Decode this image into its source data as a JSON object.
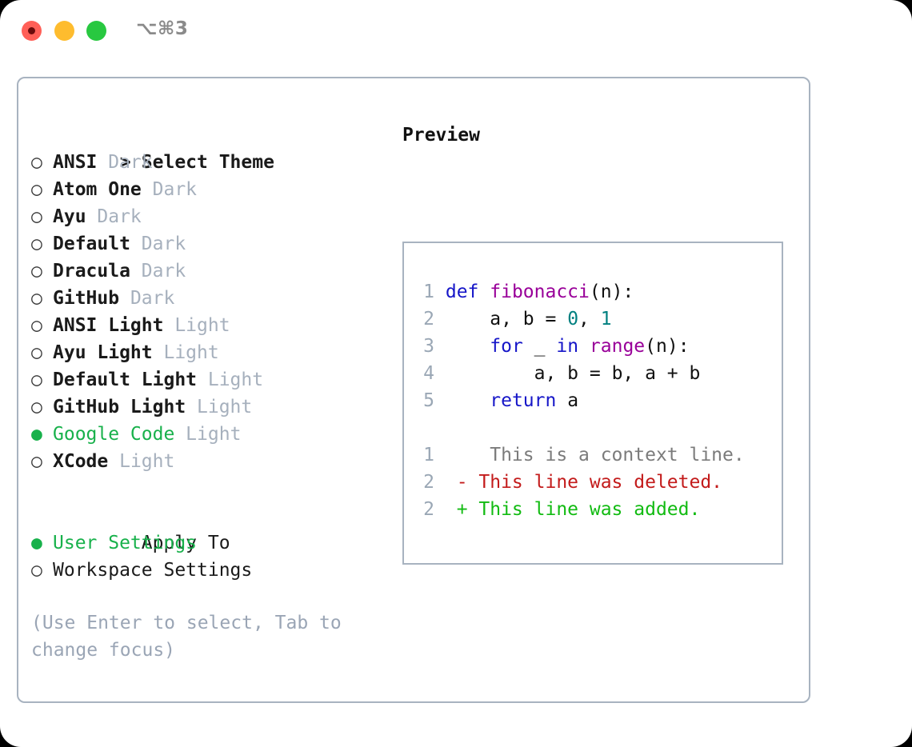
{
  "window": {
    "shortcut_label": "⌥⌘3",
    "traffic_lights": [
      "close-red",
      "minimize-yellow",
      "maximize-green"
    ]
  },
  "theme_picker": {
    "prompt_marker": ">",
    "title": "Select Theme",
    "marker_selected": "●",
    "marker_unselected": "○",
    "items": [
      {
        "marker": "○",
        "name": "ANSI",
        "tag": "Dark",
        "selected": false
      },
      {
        "marker": "○",
        "name": "Atom One",
        "tag": "Dark",
        "selected": false
      },
      {
        "marker": "○",
        "name": "Ayu",
        "tag": "Dark",
        "selected": false
      },
      {
        "marker": "○",
        "name": "Default",
        "tag": "Dark",
        "selected": false
      },
      {
        "marker": "○",
        "name": "Dracula",
        "tag": "Dark",
        "selected": false
      },
      {
        "marker": "○",
        "name": "GitHub",
        "tag": "Dark",
        "selected": false
      },
      {
        "marker": "○",
        "name": "ANSI Light",
        "tag": "Light",
        "selected": false
      },
      {
        "marker": "○",
        "name": "Ayu Light",
        "tag": "Light",
        "selected": false
      },
      {
        "marker": "○",
        "name": "Default Light",
        "tag": "Light",
        "selected": false
      },
      {
        "marker": "○",
        "name": "GitHub Light",
        "tag": "Light",
        "selected": false
      },
      {
        "marker": "●",
        "name": "Google Code",
        "tag": "Light",
        "selected": true
      },
      {
        "marker": "○",
        "name": "XCode",
        "tag": "Light",
        "selected": false
      }
    ]
  },
  "apply_to": {
    "title": "Apply To",
    "items": [
      {
        "marker": "●",
        "name": "User Settings",
        "selected": true
      },
      {
        "marker": "○",
        "name": "Workspace Settings",
        "selected": false
      }
    ]
  },
  "hint": "(Use Enter to select, Tab to change focus)",
  "preview": {
    "title": "Preview",
    "code_lines": [
      {
        "num": "1",
        "tokens": [
          {
            "t": "def ",
            "c": "kw"
          },
          {
            "t": "fibonacci",
            "c": "fn"
          },
          {
            "t": "(n):",
            "c": "code"
          }
        ]
      },
      {
        "num": "2",
        "tokens": [
          {
            "t": "    a, b = ",
            "c": "code"
          },
          {
            "t": "0",
            "c": "num"
          },
          {
            "t": ", ",
            "c": "code"
          },
          {
            "t": "1",
            "c": "num"
          }
        ]
      },
      {
        "num": "3",
        "tokens": [
          {
            "t": "    ",
            "c": "code"
          },
          {
            "t": "for",
            "c": "kw"
          },
          {
            "t": " _ ",
            "c": "code"
          },
          {
            "t": "in",
            "c": "kw"
          },
          {
            "t": " ",
            "c": "code"
          },
          {
            "t": "range",
            "c": "fn"
          },
          {
            "t": "(n):",
            "c": "code"
          }
        ]
      },
      {
        "num": "4",
        "tokens": [
          {
            "t": "        a, b = b, a + b",
            "c": "code"
          }
        ]
      },
      {
        "num": "5",
        "tokens": [
          {
            "t": "    ",
            "c": "kw"
          },
          {
            "t": "return",
            "c": "kw"
          },
          {
            "t": " a",
            "c": "code"
          }
        ]
      }
    ],
    "diff_lines": [
      {
        "num": "1",
        "sign": " ",
        "text": "  This is a context line.",
        "kind": "ctx"
      },
      {
        "num": "2",
        "sign": "-",
        "text": " This line was deleted.",
        "kind": "del"
      },
      {
        "num": "2",
        "sign": "+",
        "text": " This line was added.",
        "kind": "add"
      }
    ]
  },
  "colors": {
    "accent_green": "#18b14b",
    "muted": "#a6b0bd",
    "border": "#a8b3c0",
    "keyword": "#1616c8",
    "function": "#990099",
    "number": "#018080",
    "deleted": "#c31b1b",
    "added": "#12bb12"
  }
}
